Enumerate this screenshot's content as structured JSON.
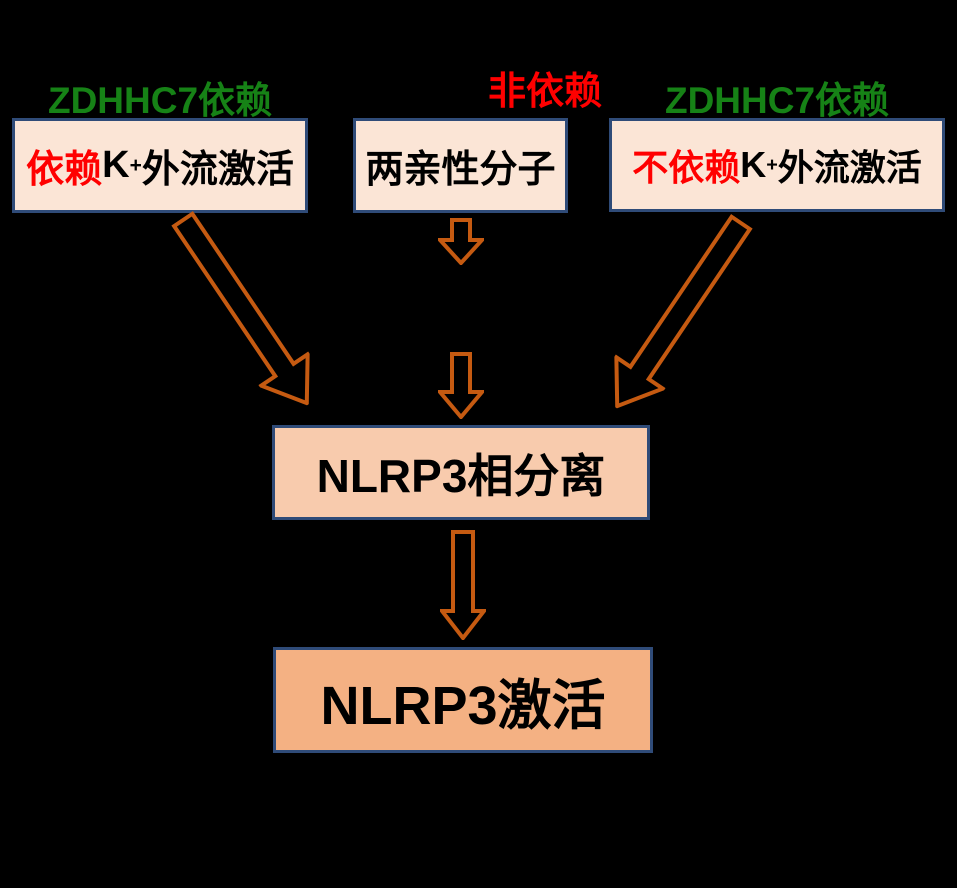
{
  "diagram_title": "NLRP3 activation pathway diagram",
  "colors": {
    "background": "#000000",
    "top_box_fill": "#fbe5d6",
    "center_box_fill": "#f8cbad",
    "bottom_box_fill": "#f4b183",
    "box_border": "#2f4b78",
    "arrow_outline": "#c55a11",
    "dependency_green": "#168216",
    "dependency_red": "#ff0000",
    "text_black": "#000000"
  },
  "labels": {
    "left_dependency": "ZDHHC7依赖",
    "middle_dependency": "非依赖",
    "right_dependency": "ZDHHC7依赖"
  },
  "boxes": {
    "left": {
      "highlight": "依赖",
      "k": "K",
      "sup": "+",
      "rest": "外流激活"
    },
    "middle": {
      "label": "两亲性分子"
    },
    "right": {
      "highlight": "不依赖",
      "k": "K",
      "sup": "+",
      "rest": "外流激活"
    },
    "center": {
      "label": "NLRP3相分离"
    },
    "bottom": {
      "label": "NLRP3激活"
    }
  },
  "arrows": [
    {
      "name": "left-diagonal-arrow",
      "from": "left-box",
      "to": "center-box"
    },
    {
      "name": "middle-upper-arrow",
      "from": "middle-box",
      "to": "center-box"
    },
    {
      "name": "middle-lower-arrow",
      "from": "middle-box",
      "to": "center-box"
    },
    {
      "name": "right-diagonal-arrow",
      "from": "right-box",
      "to": "center-box"
    },
    {
      "name": "center-down-arrow",
      "from": "center-box",
      "to": "bottom-box"
    }
  ]
}
